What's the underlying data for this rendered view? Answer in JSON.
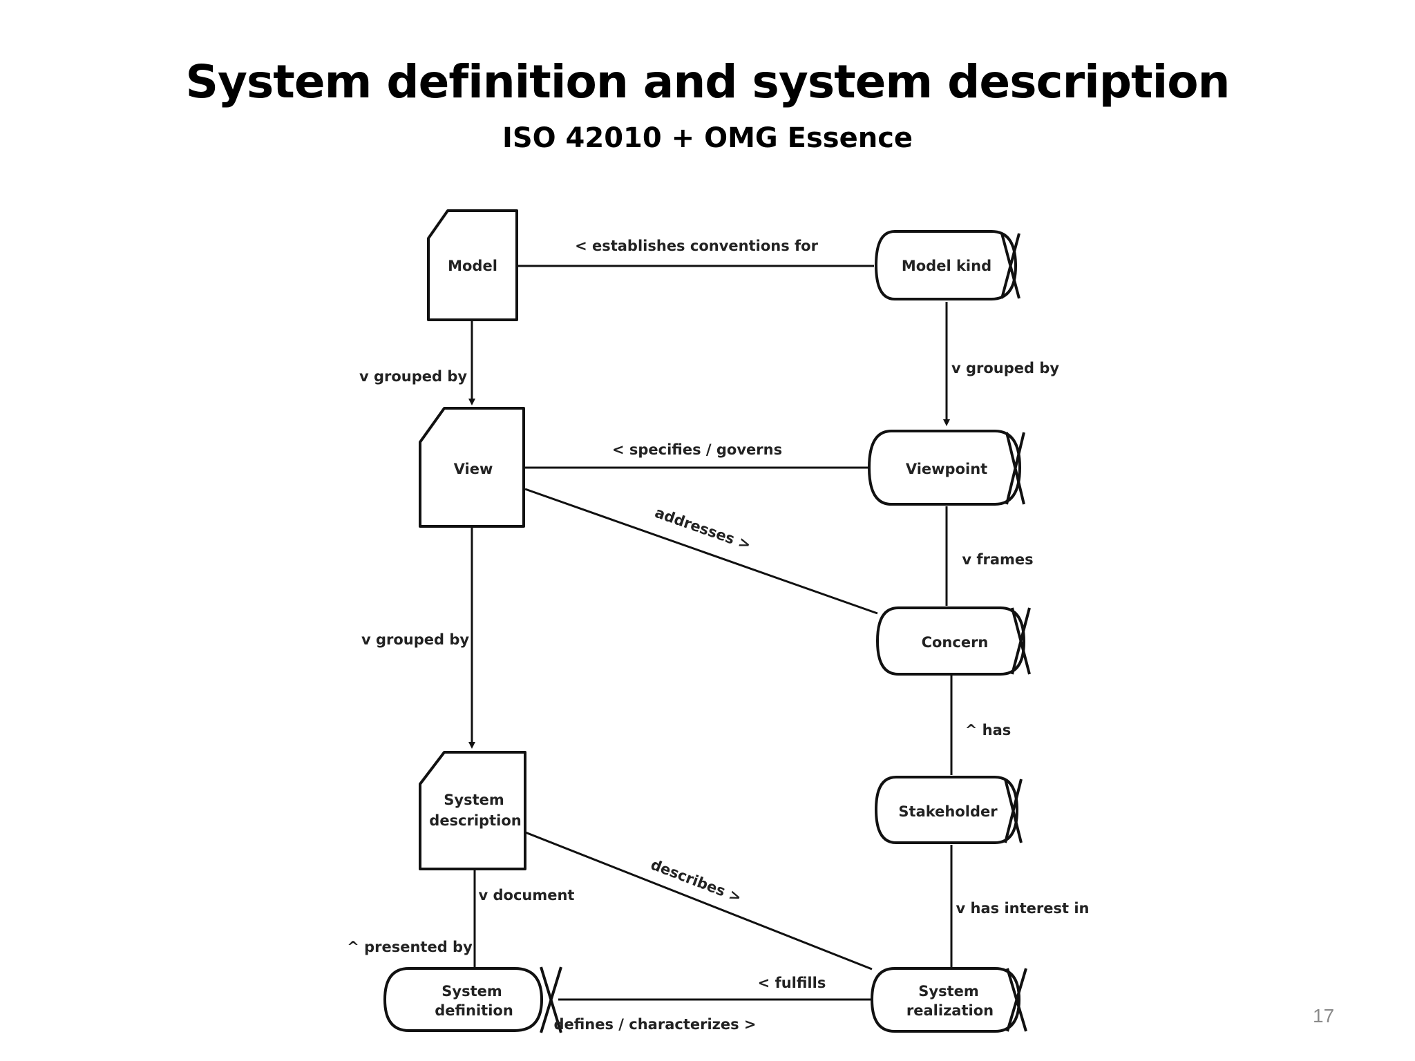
{
  "slide": {
    "title": "System definition and system description",
    "subtitle": "ISO 42010 + OMG Essence",
    "page_number": "17"
  },
  "nodes": {
    "model": {
      "label": "Model",
      "kind": "work-product"
    },
    "view": {
      "label": "View",
      "kind": "work-product"
    },
    "system_description": {
      "line1": "System",
      "line2": "description",
      "kind": "work-product"
    },
    "model_kind": {
      "label": "Model kind",
      "kind": "alpha"
    },
    "viewpoint": {
      "label": "Viewpoint",
      "kind": "alpha"
    },
    "concern": {
      "label": "Concern",
      "kind": "alpha"
    },
    "stakeholder": {
      "label": "Stakeholder",
      "kind": "alpha"
    },
    "system_definition": {
      "line1": "System",
      "line2": "definition",
      "kind": "alpha"
    },
    "system_realization": {
      "line1": "System",
      "line2": "realization",
      "kind": "alpha"
    }
  },
  "edges": {
    "model_modelkind": "< establishes conventions for",
    "model_view": "v grouped by",
    "modelkind_viewpoint": "v grouped by",
    "view_viewpoint": "< specifies / governs",
    "view_concern": "addresses >",
    "viewpoint_concern": "v frames",
    "view_sysdesc": "v grouped by",
    "concern_stakeholder": "^ has",
    "sysdesc_document": "v document",
    "sysdesc_presented": "^ presented by",
    "sysdesc_sysreal": "describes >",
    "stakeholder_sysreal": "v has interest in",
    "sysreal_sysdef": "< fulfills",
    "sysdef_sysreal": "defines / characterizes >"
  }
}
